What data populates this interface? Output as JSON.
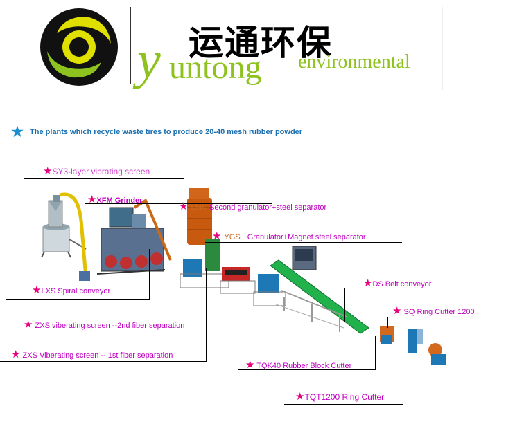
{
  "header": {
    "brand_cn": "运通环保",
    "brand_y": "y",
    "brand_untong": "untong",
    "brand_env": "environmental"
  },
  "title": "The plants which recycle waste tires  to produce 20-40 mesh rubber powder",
  "labels": {
    "sy": "SY3-layer vibrating screen",
    "xfm": "XFM  Grinder",
    "second": "Second granulator+steel separator",
    "second_code": "LMK",
    "mag": "Granulator+Magnet steel separator",
    "mag_code": "YGS",
    "lxs": "LXS  Spiral conveyor",
    "zxs2": "ZXS  viberating screen  --2nd fiber separation",
    "zxs1": "ZXS Viberating screen -- 1st fiber separation",
    "ds": "DS  Belt conveyor",
    "sq": "SQ  Ring Cutter  1200",
    "tqk": "TQK40 Rubber Block Cutter",
    "tqt": "TQT1200  Ring Cutter"
  },
  "colors": {
    "brand_green": "#8dc21f",
    "logo_yellow": "#e0e000",
    "star_magenta": "#e6007e",
    "label_magenta": "#c000c0",
    "title_blue": "#1a6fb0",
    "machine_blue": "#1e78b6",
    "machine_orange": "#c85a10",
    "conveyor_green": "#22b24c"
  }
}
